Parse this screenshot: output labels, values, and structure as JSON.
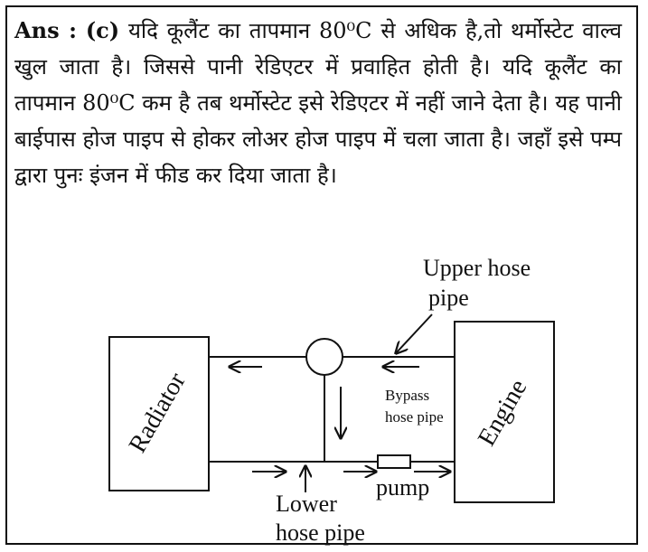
{
  "answer": {
    "lead": "Ans :",
    "option": "(c)",
    "text": "यदि कूलैंट का तापमान 80⁰C से अधिक है,तो थर्मोस्टेट वाल्व खुल जाता है। जिससे पानी रेडिएटर में प्रवाहित होती है। यदि कूलैंट का तापमान 80⁰C कम है तब थर्मोस्टेट इसे रेडिएटर में नहीं जाने देता है। यह पानी बाईपास होज पाइप से होकर लोअर होज पाइप में चला जाता है। जहाँ इसे पम्प द्वारा पुनः इंजन में फीड कर दिया जाता है।"
  },
  "diagram": {
    "radiator": "Radiator",
    "engine": "Engine",
    "upper_hose_line1": "Upper hose",
    "upper_hose_line2": "pipe",
    "bypass_line1": "Bypass",
    "bypass_line2": "hose pipe",
    "lower_hose_line1": "Lower",
    "lower_hose_line2": "hose pipe",
    "pump": "pump"
  }
}
